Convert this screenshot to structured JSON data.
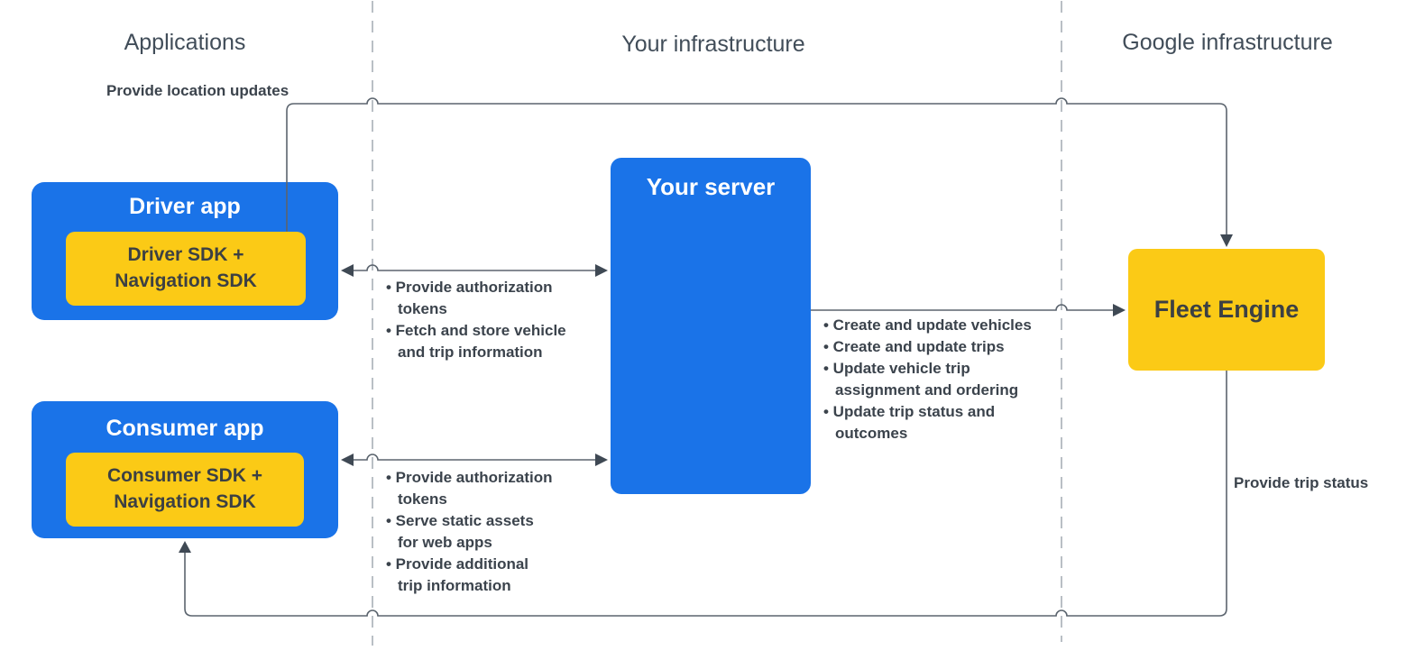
{
  "columns": [
    {
      "label": "Applications"
    },
    {
      "label": "Your infrastructure"
    },
    {
      "label": "Google infrastructure"
    }
  ],
  "nodes": {
    "driver_app": {
      "title": "Driver app",
      "sdk": "Driver SDK +\nNavigation SDK"
    },
    "consumer_app": {
      "title": "Consumer app",
      "sdk": "Consumer SDK +\nNavigation SDK"
    },
    "your_server": {
      "title": "Your server"
    },
    "fleet_engine": {
      "title": "Fleet Engine"
    }
  },
  "edge_labels": {
    "location_updates": "Provide location updates",
    "trip_status": "Provide trip status"
  },
  "lists": {
    "driver_server": {
      "items": [
        "• Provide authorization\ntokens",
        "• Fetch and store vehicle\nand trip information"
      ]
    },
    "consumer_server": {
      "items": [
        "• Provide authorization\ntokens",
        "• Serve static assets\nfor web apps",
        "• Provide additional\ntrip information"
      ]
    },
    "server_fleet": {
      "items": [
        "• Create and update vehicles",
        "• Create and update trips",
        "• Update vehicle trip\nassignment and ordering",
        "• Update trip status and\noutcomes"
      ]
    }
  },
  "colors": {
    "blue": "#1a73e8",
    "yellow": "#fbca16",
    "dark_text": "#3c4043",
    "line": "#5b646e",
    "arrow": "#3f4954",
    "header_text": "#414d59",
    "label_text": "#3b434c",
    "dashed": "#b9bfc5"
  }
}
